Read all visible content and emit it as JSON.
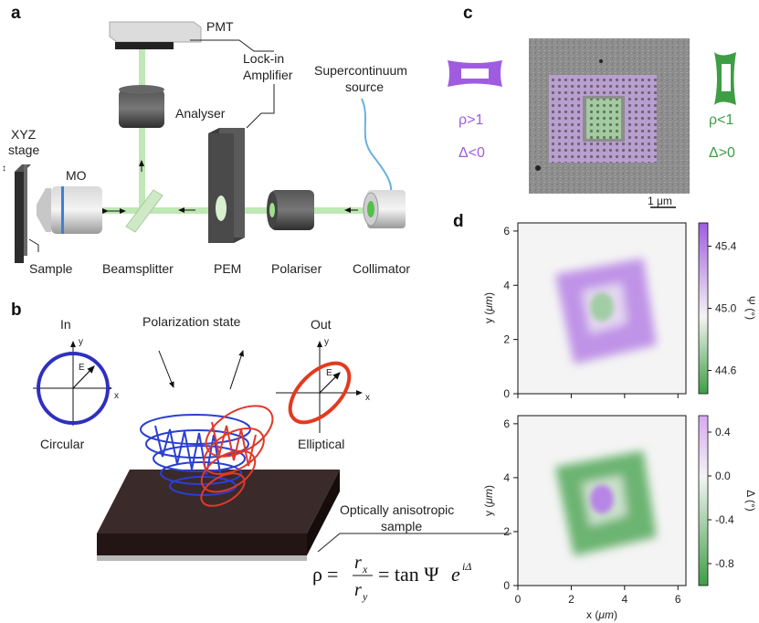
{
  "panels": {
    "a": "a",
    "b": "b",
    "c": "c",
    "d": "d"
  },
  "setup": {
    "pmt": "PMT",
    "lockin_1": "Lock-in",
    "lockin_2": "Amplifier",
    "analyser": "Analyser",
    "supercontinuum_1": "Supercontinuum",
    "supercontinuum_2": "source",
    "xyz_1": "XYZ",
    "xyz_2": "stage",
    "mo": "MO",
    "sample": "Sample",
    "beamsplitter": "Beamsplitter",
    "pem": "PEM",
    "polariser": "Polariser",
    "collimator": "Collimator"
  },
  "schematic": {
    "in": "In",
    "polarization_state": "Polarization state",
    "out": "Out",
    "circular": "Circular",
    "elliptical": "Elliptical",
    "axis_y": "y",
    "axis_x": "x",
    "axis_e": "E",
    "sample_1": "Optically anisotropic",
    "sample_2": "sample",
    "formula": {
      "rho": "ρ",
      "eq": "=",
      "rx": "r",
      "rx_sub": "x",
      "ry": "r",
      "ry_sub": "y",
      "rhs": "= tan Ψ",
      "e": "e",
      "exp": "iΔ"
    }
  },
  "structures": {
    "left_1": "ρ>1",
    "left_2": "Δ<0",
    "right_1": "ρ<1",
    "right_2": "Δ>0",
    "scalebar": "1 μm",
    "purple": "#a05ce0",
    "green": "#3e9e45"
  },
  "chart_data": [
    {
      "type": "heatmap",
      "x_ticks": [
        0,
        2,
        4,
        6
      ],
      "y_ticks": [
        0,
        2,
        4,
        6
      ],
      "ylabel_pre": "y (",
      "ylabel_unit": "μm",
      "ylabel_post": ")",
      "xlim": [
        0,
        6.3
      ],
      "ylim": [
        0,
        6.3
      ],
      "colorbar_label": "Ψ (°)",
      "colorbar_ticks": [
        45.4,
        45.0,
        44.6
      ],
      "colorbar_range": [
        44.45,
        45.55
      ],
      "colormap": [
        "#3e9e45",
        "#f4f4f4",
        "#a05ce0"
      ],
      "square_value": 45.35,
      "center_value": 44.75,
      "background_value": 45.0
    },
    {
      "type": "heatmap",
      "x_ticks": [
        0,
        2,
        4,
        6
      ],
      "y_ticks": [
        0,
        2,
        4,
        6
      ],
      "xlabel_pre": "x (",
      "xlabel_unit": "μm",
      "xlabel_post": ")",
      "ylabel_pre": "y (",
      "ylabel_unit": "μm",
      "ylabel_post": ")",
      "xlim": [
        0,
        6.3
      ],
      "ylim": [
        0,
        6.3
      ],
      "colorbar_label": "Δ (°)",
      "colorbar_ticks": [
        0.4,
        0.0,
        -0.4,
        -0.8
      ],
      "colorbar_range": [
        -1.0,
        0.55
      ],
      "colormap": [
        "#3e9e45",
        "#f4f4f4",
        "#a05ce0"
      ],
      "square_value": -0.75,
      "center_value": 0.4,
      "background_value": 0.0
    }
  ]
}
